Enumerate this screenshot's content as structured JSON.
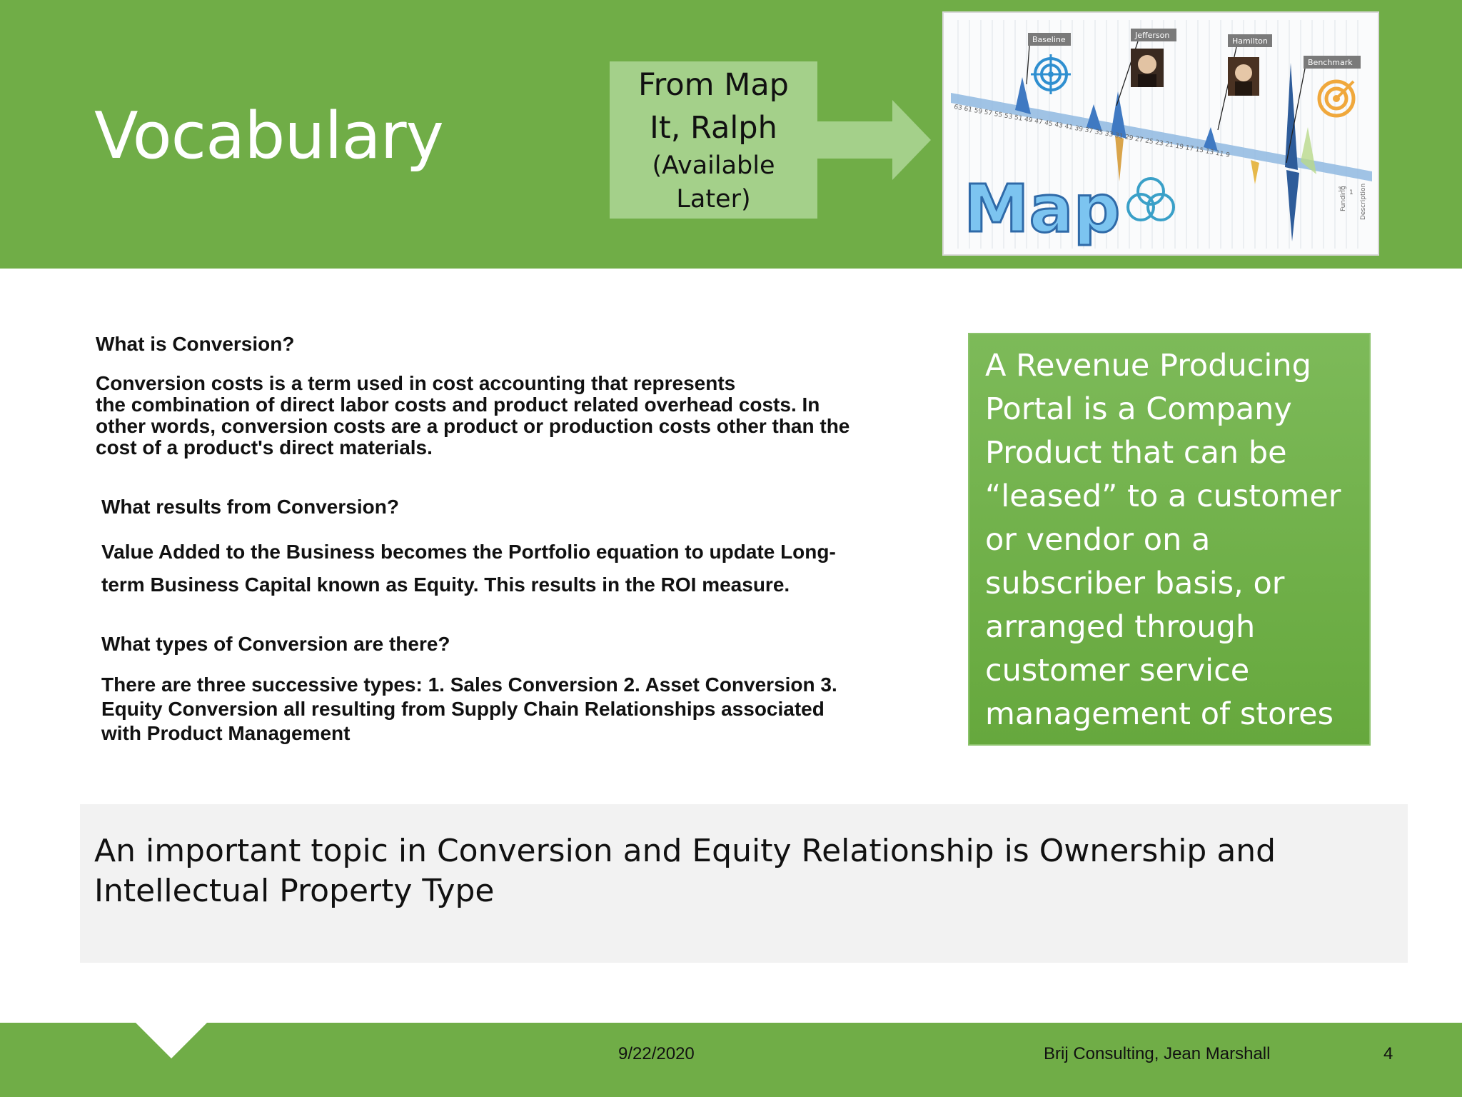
{
  "slide": {
    "title": "Vocabulary",
    "from_box": {
      "line1": "From Map",
      "line2": "It, Ralph",
      "line3": "(Available",
      "line4": "Later)"
    },
    "map_image": {
      "big_label": "Map",
      "tag_baseline": "Baseline",
      "tag_jefferson": "Jefferson",
      "tag_hamilton": "Hamilton",
      "tag_benchmark": "Benchmark",
      "axis_numbers": "63 61 59 57 55 53 51 49 47 45 43 41 39 37 35 33 31 29 27 25 23 21 19 17 15 13 11 9",
      "axis_small_3": "3",
      "axis_small_1": "1",
      "side_label_funding": "Funding",
      "side_label_description": "Description"
    },
    "q1": "What is Conversion?",
    "a1_lines": [
      "Conversion costs is a term used in cost accounting that represents",
      "the combination of direct labor costs and product related overhead costs. In",
      "other words, conversion costs are a product or production costs other than the",
      "cost of a product's direct materials."
    ],
    "q2": "What results from Conversion?",
    "a2_lines": [
      "Value Added to the Business becomes the Portfolio equation to update Long-",
      "term Business Capital known as Equity.  This results in the ROI measure."
    ],
    "q3": "What types of Conversion are there?",
    "a3_lines": [
      "There are three successive types: 1. Sales Conversion 2. Asset Conversion 3.",
      "Equity Conversion all resulting from Supply Chain Relationships associated",
      "with Product Management"
    ],
    "panel_lines": [
      "A Revenue Producing",
      "Portal is a Company",
      "Product that can be",
      "“leased” to a customer",
      "or vendor on a",
      "subscriber basis, or",
      "arranged through",
      "customer service",
      "management of stores"
    ],
    "callout_line1": "An important topic in Conversion and Equity Relationship is Ownership and",
    "callout_line2": "Intellectual Property Type"
  },
  "footer": {
    "date": "9/22/2020",
    "author": "Brij Consulting, Jean Marshall",
    "page_number": "4"
  },
  "colors": {
    "brand_green": "#70ad47",
    "light_green": "#a4d08a",
    "panel_green": "#6fb14a",
    "callout_gray": "#f2f2f2"
  }
}
